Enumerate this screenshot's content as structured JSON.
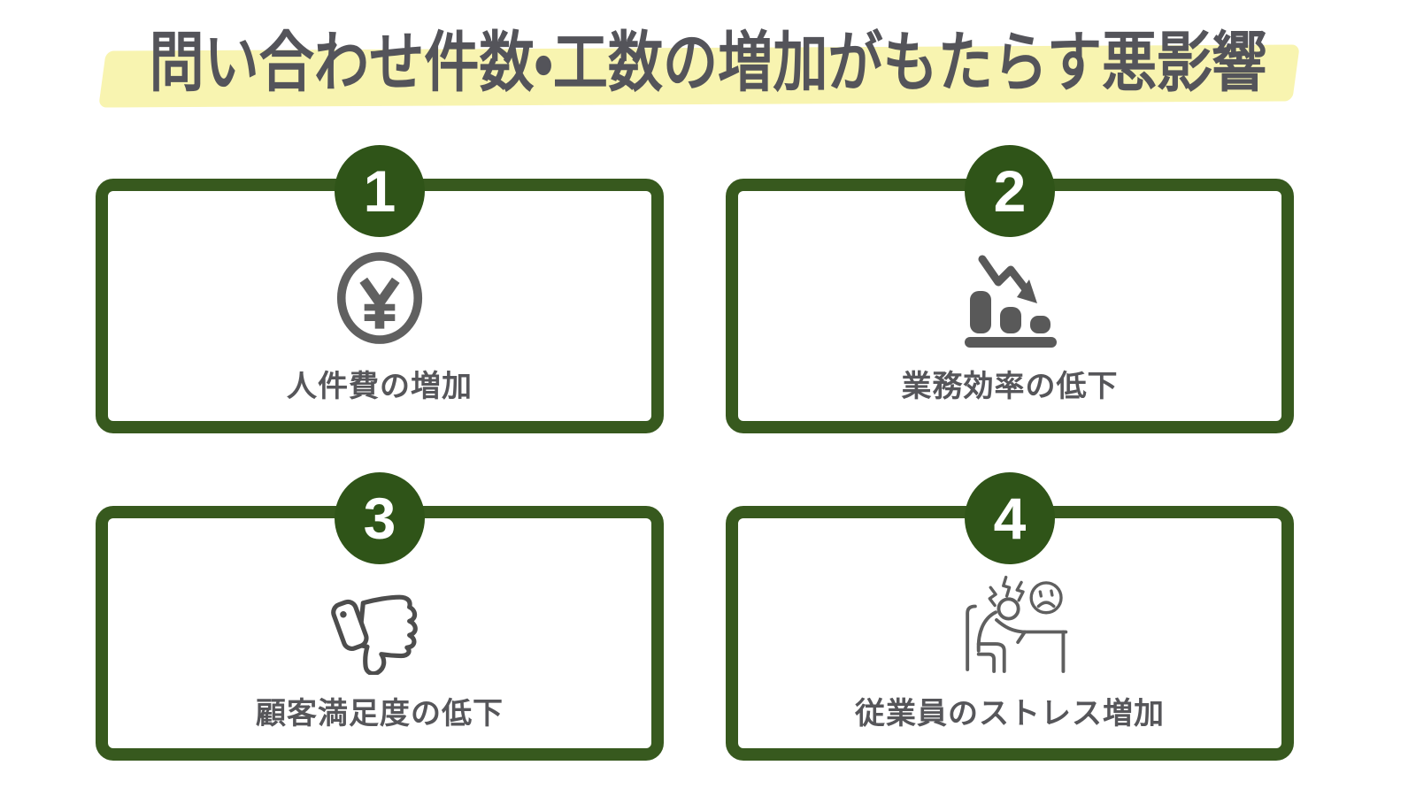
{
  "title": {
    "text": "問い合わせ件数・工数の増加がもたらす悪影響"
  },
  "theme": {
    "accent_green": "#37591e",
    "badge_green": "#2f5418",
    "highlight_yellow": "#f8f4b0",
    "title_gray": "#54545a",
    "label_gray": "#56565a",
    "icon_gray": "#595959"
  },
  "cards": [
    {
      "number": "1",
      "label": "人件費の増加",
      "icon": "yen-coin-icon"
    },
    {
      "number": "2",
      "label": "業務効率の低下",
      "icon": "declining-bar-chart-icon"
    },
    {
      "number": "3",
      "label": "顧客満足度の低下",
      "icon": "thumbs-down-icon"
    },
    {
      "number": "4",
      "label": "従業員のストレス増加",
      "icon": "stressed-employee-icon"
    }
  ]
}
